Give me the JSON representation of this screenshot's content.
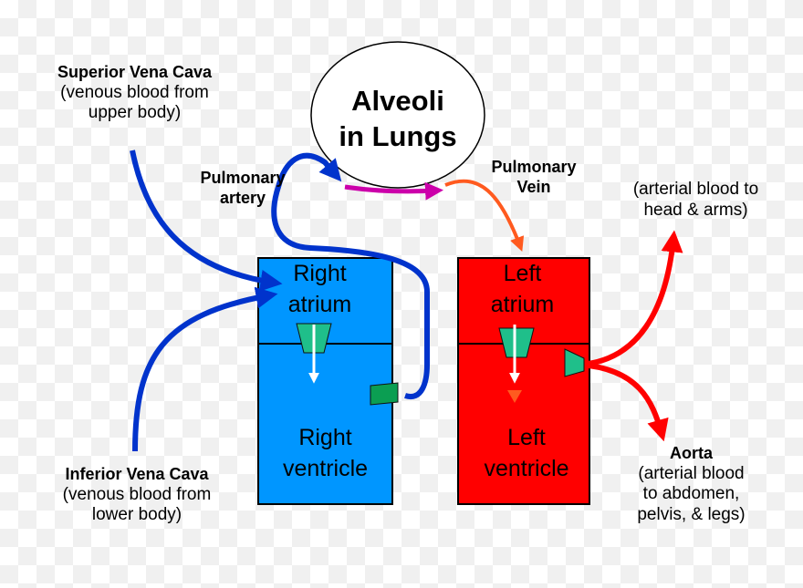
{
  "lungs": {
    "line1": "Alveoli",
    "line2": "in Lungs"
  },
  "superior_vena_cava": {
    "name": "Superior Vena Cava",
    "desc1": "(venous blood from",
    "desc2": "upper body)"
  },
  "inferior_vena_cava": {
    "name": "Inferior Vena Cava",
    "desc1": "(venous blood from",
    "desc2": "lower body)"
  },
  "pulmonary_artery": {
    "line1": "Pulmonary",
    "line2": "artery"
  },
  "pulmonary_vein": {
    "line1": "Pulmonary",
    "line2": "Vein"
  },
  "head_arms": {
    "line1": "(arterial blood to",
    "line2": "head & arms)"
  },
  "aorta": {
    "name": "Aorta",
    "desc1": "(arterial blood",
    "desc2": "to abdomen,",
    "desc3": "pelvis, & legs)"
  },
  "right_atrium": {
    "line1": "Right",
    "line2": "atrium"
  },
  "right_ventricle": {
    "line1": "Right",
    "line2": "ventricle"
  },
  "left_atrium": {
    "line1": "Left",
    "line2": "atrium"
  },
  "left_ventricle": {
    "line1": "Left",
    "line2": "ventricle"
  },
  "colors": {
    "right_heart": "#0096ff",
    "left_heart": "#ff0000",
    "venous_flow": "#0033cc",
    "arterial_flow": "#ff0000",
    "pulmonary_vein_flow": "#ff5a1f",
    "lung_exchange": "#cc00aa",
    "valve": "#1fbf8a"
  }
}
